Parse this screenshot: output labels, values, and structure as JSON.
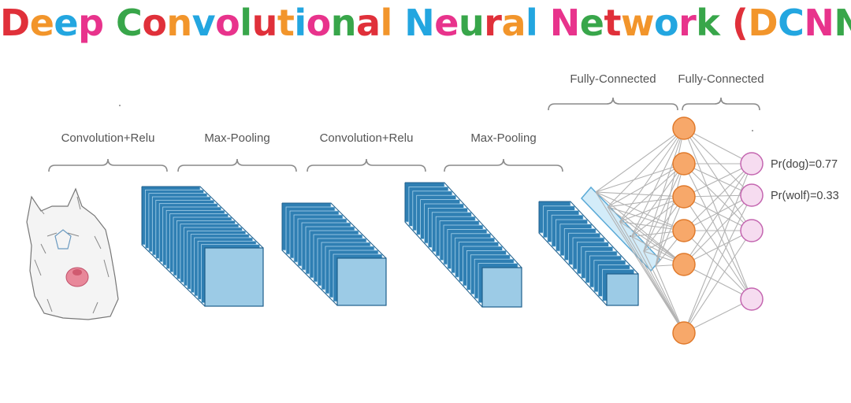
{
  "title": {
    "text": "Deep Convolutional Neural Network (DCNN)",
    "letter_colors": [
      "#e0303a",
      "#f2952b",
      "#23a6e0",
      "#e8338c",
      "#38a64a"
    ]
  },
  "stages": [
    {
      "label": "Convolution+Relu"
    },
    {
      "label": "Max-Pooling"
    },
    {
      "label": "Convolution+Relu"
    },
    {
      "label": "Max-Pooling"
    },
    {
      "label": "Fully-Connected"
    },
    {
      "label": "Fully-Connected"
    }
  ],
  "outputs": [
    {
      "label": "Pr(dog)=0.77"
    },
    {
      "label": "Pr(wolf)=0.33"
    }
  ],
  "colors": {
    "block_dark": "#2f7fb3",
    "block_top": "#4b96c7",
    "block_front": "#9ccbe6",
    "block_edge": "#1f5f8c",
    "flat_layer": "#d3ecf9",
    "hidden_node": "#f7a86a",
    "hidden_node_stroke": "#e07a2c",
    "output_node": "#f6dcf0",
    "output_node_stroke": "#c466b0",
    "edges": "#b3b3b3",
    "brace": "#8a8a8a"
  },
  "input_image": {
    "icon": "wolf-sketch-icon"
  }
}
